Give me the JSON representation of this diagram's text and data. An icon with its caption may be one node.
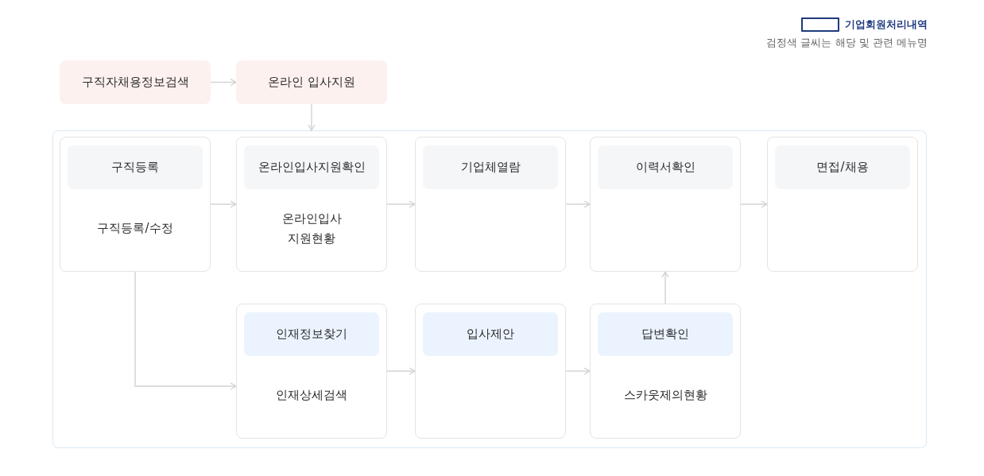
{
  "diagram": {
    "nodes": [
      {
        "text": [
          "구직자채용정보검색"
        ]
      },
      {
        "text": [
          "온라인 입사지원"
        ]
      },
      {
        "text": [],
        "shape": "box"
      },
      {
        "text": [
          "구직등록",
          "구직등록/수정"
        ],
        "in": 2
      },
      {
        "text": [
          "온라인입사지원확인",
          "온라인입사 지원현황"
        ],
        "in": 2
      },
      {
        "text": [
          "기업체열람"
        ],
        "in": 2
      },
      {
        "text": [
          "이력서확인"
        ],
        "in": 2
      },
      {
        "text": [
          "면접/채용"
        ],
        "in": 2
      },
      {
        "text": [
          "인재정보찾기",
          "인재상세검색"
        ],
        "in": 2
      },
      {
        "text": [
          "입사제안"
        ],
        "in": 2
      },
      {
        "text": [
          "답변확인",
          "스카웃제의현황"
        ],
        "in": 2
      }
    ],
    "edges": [
      {
        "from": 0,
        "to": 1,
        "arrow": "to"
      },
      {
        "from": 1,
        "to": 2,
        "arrow": "to"
      },
      {
        "from": 3,
        "to": 4,
        "arrow": "to"
      },
      {
        "from": 4,
        "to": 5,
        "arrow": "to"
      },
      {
        "from": 5,
        "to": 6,
        "arrow": "to"
      },
      {
        "from": 6,
        "to": 7,
        "arrow": "to"
      },
      {
        "from": 3,
        "to": 8,
        "arrow": "to"
      },
      {
        "from": 8,
        "to": 9,
        "arrow": "to"
      },
      {
        "from": 9,
        "to": 10,
        "arrow": "to"
      },
      {
        "from": 10,
        "to": 6,
        "arrow": "to"
      }
    ],
    "labels": [
      "검정색 글씨는 해당 및 관련 메뉴명"
    ],
    "legend": [
      {
        "text": "기업회원처리내역",
        "color": "#1f3a7f"
      }
    ]
  }
}
